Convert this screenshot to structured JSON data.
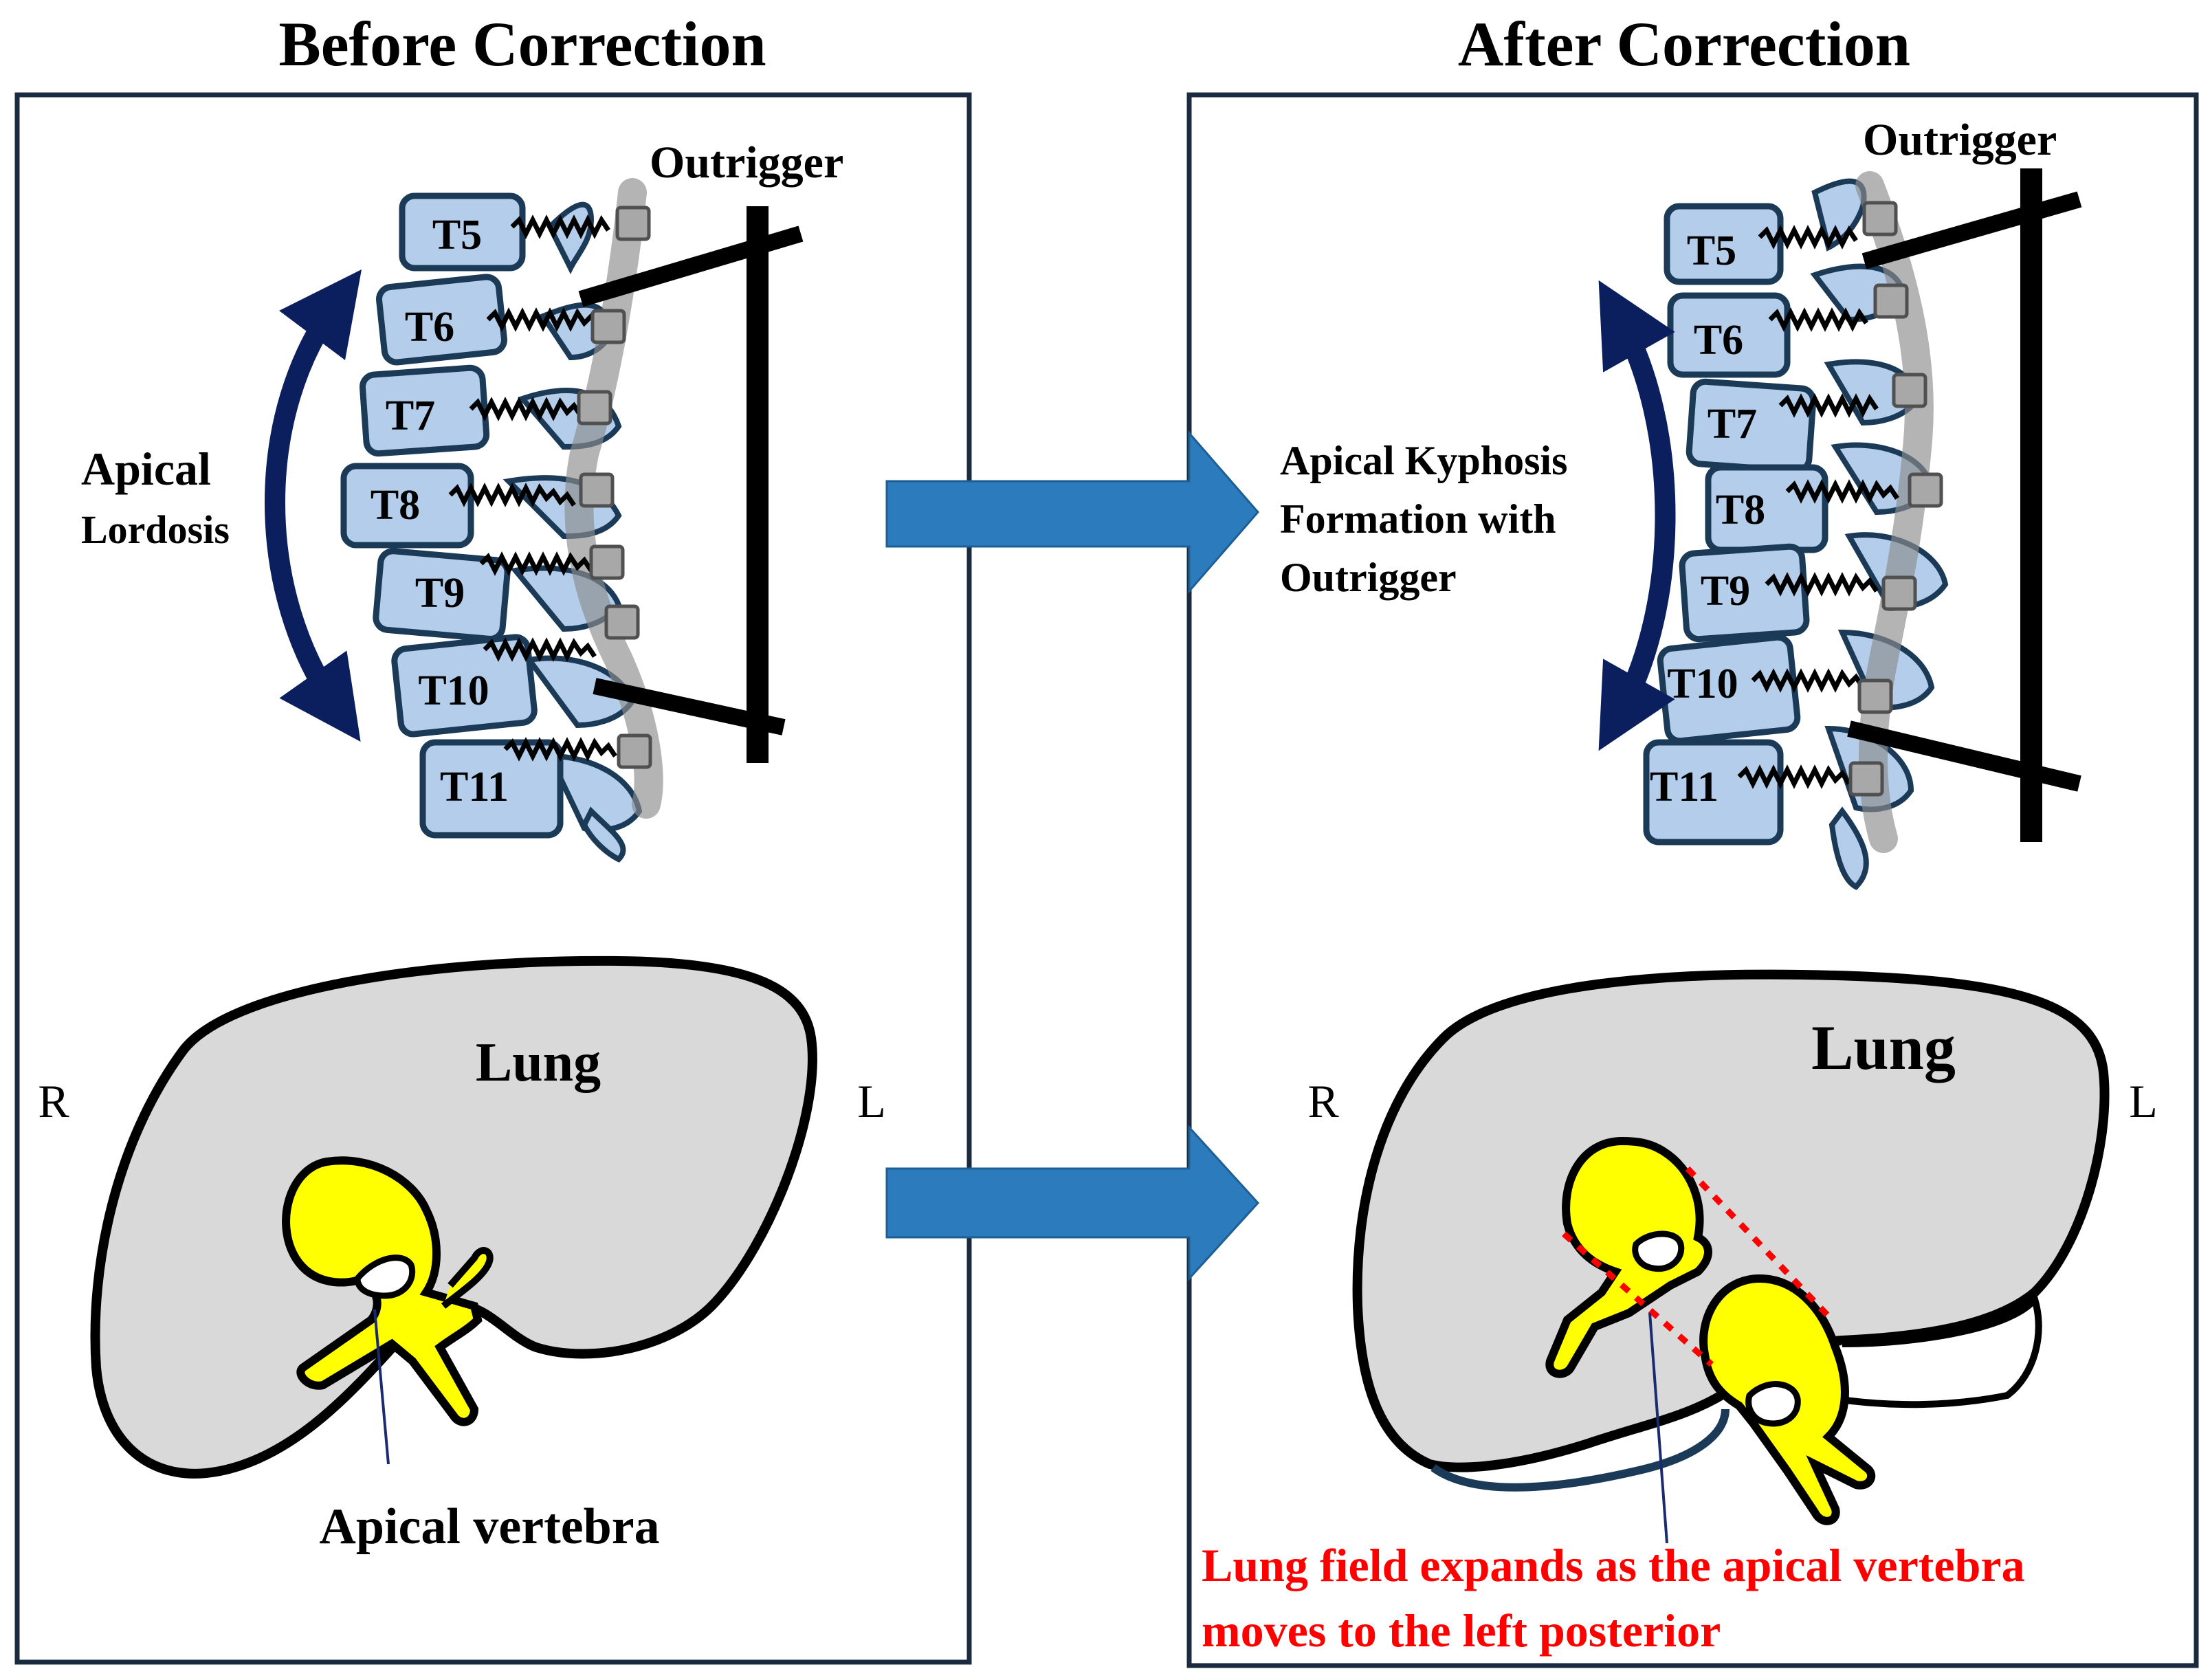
{
  "titles": {
    "before": "Before Correction",
    "after": "After Correction"
  },
  "before": {
    "outrigger_label": "Outrigger",
    "curve_label_line1": "Apical",
    "curve_label_line2": "Lordosis",
    "vertebrae": [
      "T5",
      "T6",
      "T7",
      "T8",
      "T9",
      "T10",
      "T11"
    ],
    "lung_label": "Lung",
    "right_side": "R",
    "left_side": "L",
    "apical_vertebra_label": "Apical vertebra"
  },
  "after": {
    "outrigger_label": "Outrigger",
    "curve_label_line1": "Apical Kyphosis",
    "curve_label_line2": "Formation with",
    "curve_label_line3": "Outrigger",
    "vertebrae": [
      "T5",
      "T6",
      "T7",
      "T8",
      "T9",
      "T10",
      "T11"
    ],
    "lung_label": "Lung",
    "right_side": "R",
    "left_side": "L",
    "note_line1": "Lung field expands as the apical vertebra",
    "note_line2": "moves to the left posterior"
  },
  "colors": {
    "arrow_blue": "#2b7bbd",
    "curve_arrow_navy": "#0b1f5e",
    "vertebra_fill": "#b3cdea",
    "lung_fill": "#d9d9d9",
    "apical_vertebra_yellow": "#ffff00",
    "note_red": "#ff0000"
  }
}
